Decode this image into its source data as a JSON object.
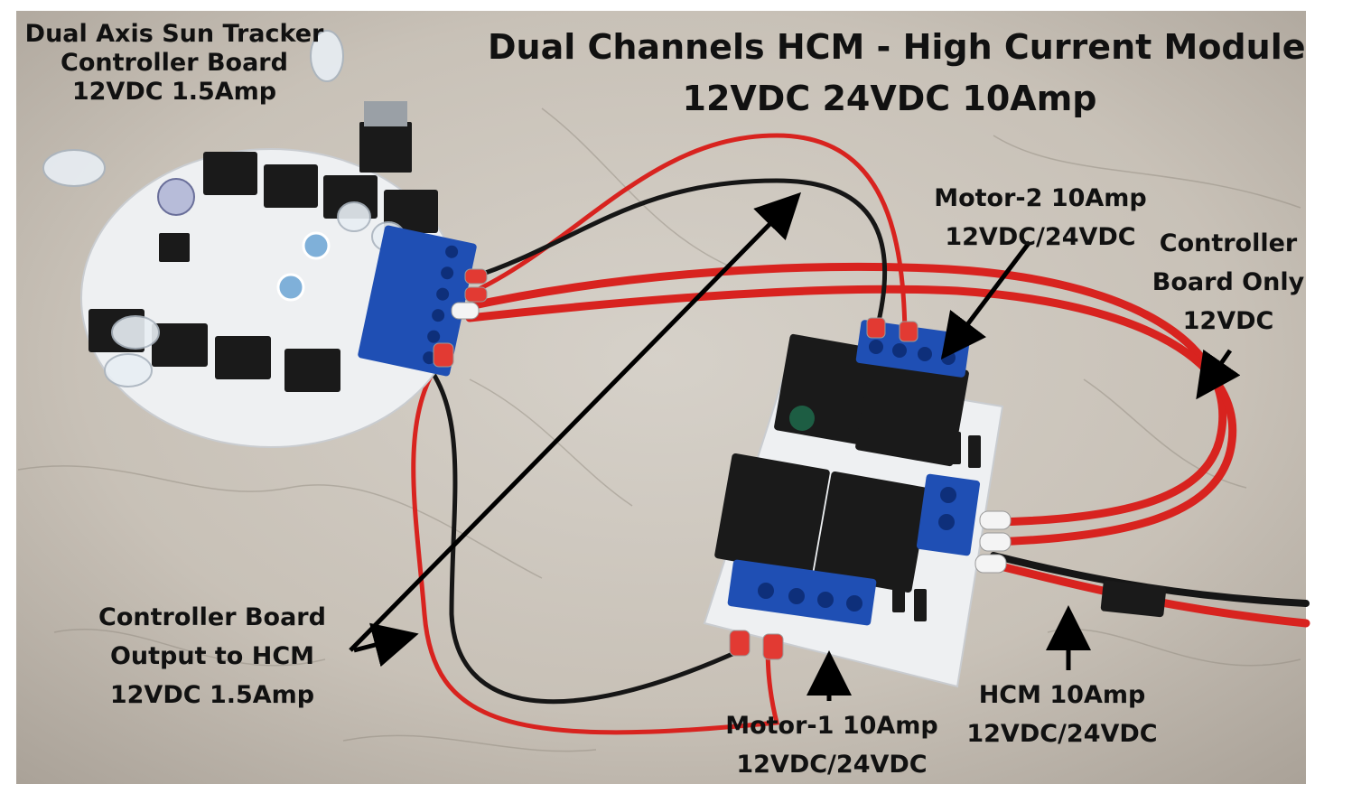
{
  "labels": {
    "tracker": [
      "Dual Axis Sun Tracker",
      "Controller Board",
      "12VDC 1.5Amp"
    ],
    "hcm_title": [
      "Dual Channels HCM - High Current Module",
      "12VDC 24VDC 10Amp"
    ],
    "motor2": [
      "Motor-2 10Amp",
      "12VDC/24VDC"
    ],
    "controller_only": [
      "Controller",
      "Board Only",
      "12VDC"
    ],
    "controller_output": [
      "Controller Board",
      "Output to HCM",
      "12VDC 1.5Amp"
    ],
    "motor1": [
      "Motor-1 10Amp",
      "12VDC/24VDC"
    ],
    "hcm_10amp": [
      "HCM 10Amp",
      "12VDC/24VDC"
    ]
  },
  "colors": {
    "marble": "#c9c3ba",
    "pcb_white": "#eef0f2",
    "terminal_blue": "#1f4fb4",
    "wire_red": "#d8231f",
    "wire_black": "#161616",
    "relay_black": "#1a1a1a",
    "arrow": "#000000"
  }
}
